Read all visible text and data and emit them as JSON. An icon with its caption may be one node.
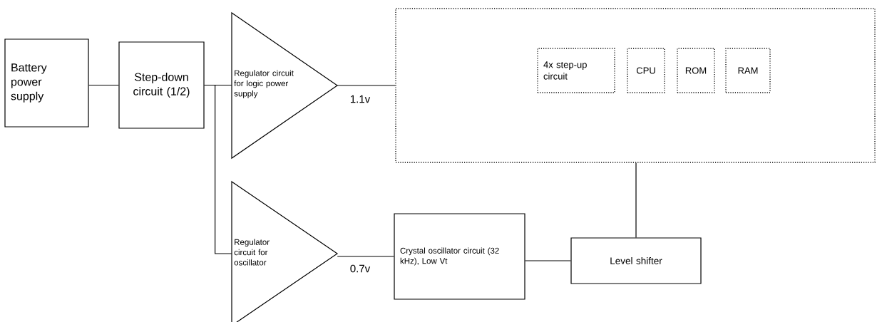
{
  "diagram": {
    "nodes": [
      {
        "text": [
          "Battery power supply"
        ]
      },
      {
        "text": [
          "Step-down circuit (1/2)"
        ]
      },
      {
        "text": [
          "Regulator circuit for logic power supply"
        ],
        "beside": [
          "1.1v"
        ]
      },
      {
        "text": [
          "Regulator circuit for oscillator"
        ],
        "beside": [
          "0.7v"
        ]
      },
      {
        "text": [],
        "shape": "box"
      },
      {
        "text": [
          "4x step-up circuit"
        ],
        "in": 4
      },
      {
        "text": [
          "CPU"
        ],
        "in": 4
      },
      {
        "text": [
          "ROM"
        ],
        "in": 4
      },
      {
        "text": [
          "RAM"
        ],
        "in": 4
      },
      {
        "text": [
          "Crystal oscillator circuit (32 kHz), Low Vt"
        ]
      },
      {
        "text": [
          "Level shifter"
        ]
      }
    ],
    "edges": [
      {
        "from": 0,
        "to": 1,
        "arrow": "none"
      },
      {
        "from": 1,
        "to": 2,
        "arrow": "none"
      },
      {
        "from": 1,
        "to": 3,
        "arrow": "none"
      },
      {
        "from": 2,
        "to": 4,
        "arrow": "none"
      },
      {
        "from": 3,
        "to": 9,
        "arrow": "none"
      },
      {
        "from": 9,
        "to": 10,
        "arrow": "none"
      },
      {
        "from": 10,
        "to": 4,
        "arrow": "none"
      }
    ]
  }
}
